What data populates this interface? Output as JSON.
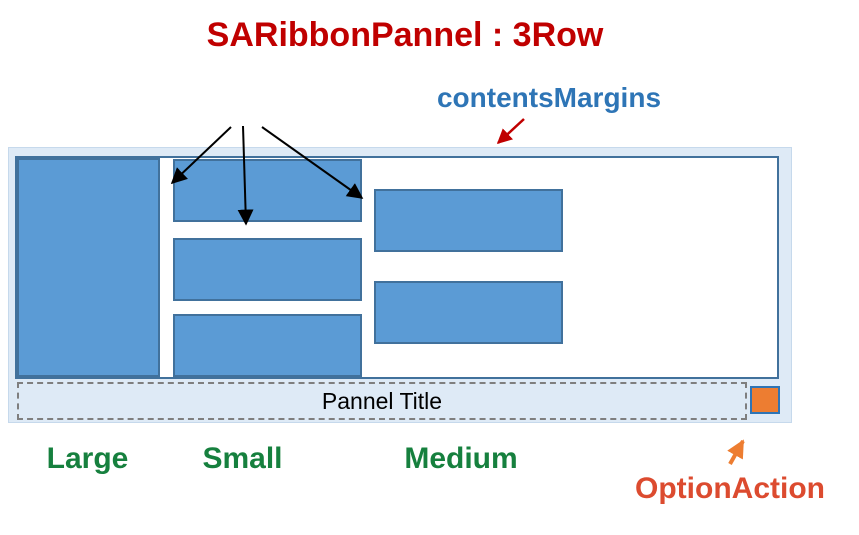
{
  "title": {
    "text": "SARibbonPannel : 3Row",
    "color": "#C00000"
  },
  "annotations": {
    "contents_margins": {
      "text": "contentsMargins",
      "color": "#2E75B6"
    },
    "large": {
      "text": "Large",
      "color": "#16803E"
    },
    "small": {
      "text": "Small",
      "color": "#16803E"
    },
    "medium": {
      "text": "Medium",
      "color": "#16803E"
    },
    "option_action": {
      "text": "OptionAction",
      "color": "#DC4B2F"
    }
  },
  "panel": {
    "title_text": "Pannel Title",
    "rows": "3",
    "large_button_count": 1,
    "small_button_count": 3,
    "medium_button_count": 2,
    "background": "#DEEAF6",
    "content_background": "#FFFFFF",
    "button_fill": "#5B9BD5",
    "button_border": "#41719C",
    "title_bar_dash_color": "#7F7F7F",
    "option_button_fill": "#ED7D31",
    "option_button_border": "#2E74B5"
  },
  "arrows": {
    "row_pointer_color": "#000000",
    "contents_margins_arrow_color": "#C00000",
    "option_action_arrow_color": "#ED7D31"
  }
}
